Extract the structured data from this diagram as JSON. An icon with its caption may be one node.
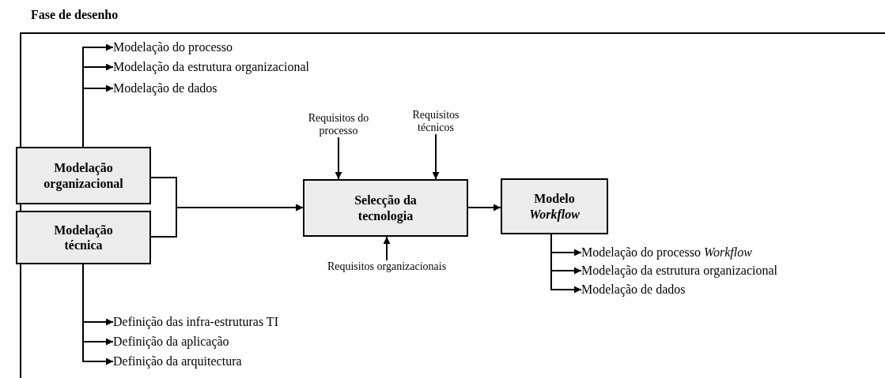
{
  "diagram": {
    "nodes": [
      {
        "text": [
          "Fase de desenho"
        ]
      },
      {
        "text": [
          "Modelação organizacional"
        ],
        "in": 0
      },
      {
        "text": [
          "Modelação técnica"
        ],
        "in": 0
      },
      {
        "text": [
          "Selecção da tecnologia"
        ],
        "in": 0
      },
      {
        "text": [
          "Modelo *Workflow*"
        ],
        "in": 0
      },
      {
        "text": [
          "Modelação do processo"
        ],
        "in": 0
      },
      {
        "text": [
          "Modelação da estrutura organizacional"
        ],
        "in": 0
      },
      {
        "text": [
          "Modelação de dados"
        ],
        "in": 0
      },
      {
        "text": [
          "Definição das infra-estruturas TI"
        ],
        "in": 0
      },
      {
        "text": [
          "Definição da aplicação"
        ],
        "in": 0
      },
      {
        "text": [
          "Definição da arquitectura"
        ],
        "in": 0
      },
      {
        "text": [
          "Modelação do processo *Workflow*"
        ],
        "in": 0
      },
      {
        "text": [
          "Modelação da estrutura organizacional"
        ],
        "in": 0
      },
      {
        "text": [
          "Modelação de dados"
        ],
        "in": 0
      },
      {
        "text": [
          "Requisitos do processo"
        ],
        "in": 0
      },
      {
        "text": [
          "Requisitos técnicos"
        ],
        "in": 0
      },
      {
        "text": [
          "Requisitos organizacionais"
        ],
        "in": 0
      }
    ],
    "edges": [
      {
        "from": 1,
        "to": 5,
        "arrow": "to"
      },
      {
        "from": 1,
        "to": 6,
        "arrow": "to"
      },
      {
        "from": 1,
        "to": 7,
        "arrow": "to"
      },
      {
        "from": 2,
        "to": 8,
        "arrow": "to"
      },
      {
        "from": 2,
        "to": 9,
        "arrow": "to"
      },
      {
        "from": 2,
        "to": 10,
        "arrow": "to"
      },
      {
        "from": 1,
        "to": 3,
        "arrow": "to"
      },
      {
        "from": 2,
        "to": 3,
        "arrow": "to"
      },
      {
        "from": 3,
        "to": 4,
        "arrow": "to"
      },
      {
        "from": 4,
        "to": 11,
        "arrow": "to"
      },
      {
        "from": 4,
        "to": 12,
        "arrow": "to"
      },
      {
        "from": 4,
        "to": 13,
        "arrow": "to"
      },
      {
        "from": 14,
        "to": 3,
        "arrow": "to"
      },
      {
        "from": 15,
        "to": 3,
        "arrow": "to"
      },
      {
        "from": 16,
        "to": 3,
        "arrow": "to"
      }
    ]
  }
}
